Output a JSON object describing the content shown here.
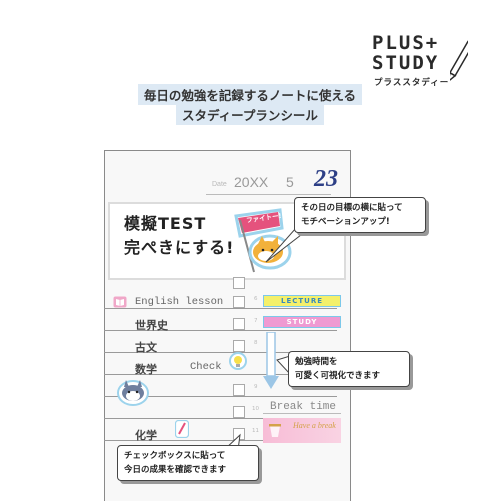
{
  "brand": {
    "plus": "PLUS+",
    "study": "STUDY",
    "kana": "プラススタディー"
  },
  "headline": {
    "line1": "毎日の勉強を記録するノートに使える",
    "line2": "スタディープランシール"
  },
  "notebook": {
    "date_label": "Date",
    "year": "20XX",
    "month": "5",
    "day": "23",
    "goal_line1": "模擬TEST",
    "goal_line2": "完ぺきにする!",
    "flag_text": "ファイトー!!",
    "subjects": [
      {
        "label": "English lesson"
      },
      {
        "label": "世界史"
      },
      {
        "label": "古文"
      },
      {
        "label": "数学"
      },
      {
        "label": "化学"
      }
    ],
    "check_label": "Check",
    "timeline_numbers": [
      "6",
      "7",
      "8",
      "9",
      "10",
      "11"
    ],
    "lecture_text": "LECTURE",
    "study_text": "STUDY",
    "break_time": "Break time",
    "break_sticker_text": "Have a break"
  },
  "callouts": {
    "c1_line1": "その日の目標の横に貼って",
    "c1_line2": "モチベーションアップ!",
    "c2_line1": "勉強時間を",
    "c2_line2": "可愛く可視化できます",
    "c3_line1": "チェックボックスに貼って",
    "c3_line2": "今日の成果を確認できます"
  },
  "colors": {
    "accent_navy": "#2d3f86",
    "headline_highlight": "#dde9f4",
    "sticker_yellow": "#f4f06a",
    "sticker_pink": "#ef9ad2"
  }
}
